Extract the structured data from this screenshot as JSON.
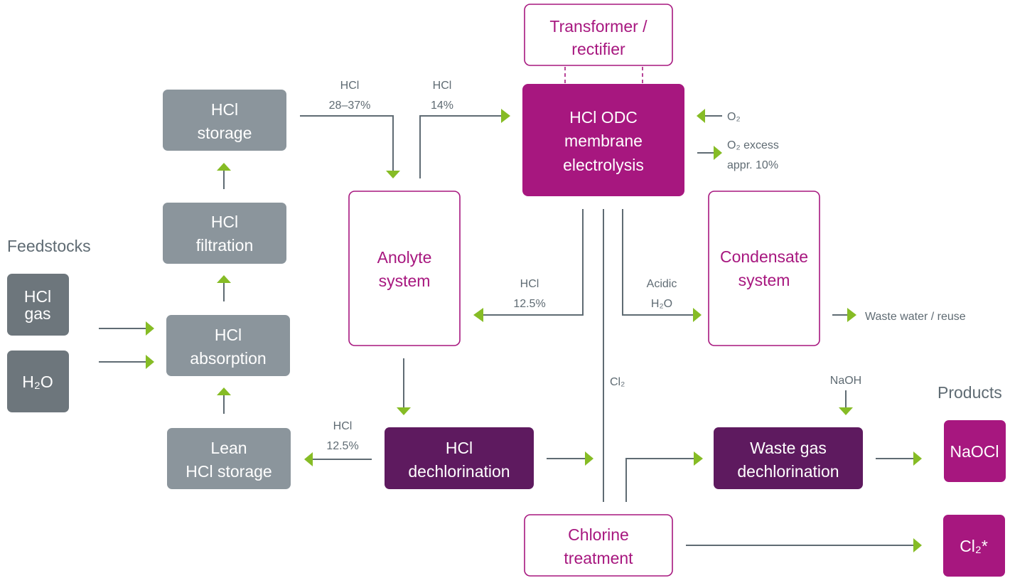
{
  "sections": {
    "feedstocks": "Feedstocks",
    "products": "Products"
  },
  "nodes": {
    "hcl_gas": [
      "HCl",
      "gas"
    ],
    "h2o": [
      "H₂O"
    ],
    "hcl_storage": [
      "HCl",
      "storage"
    ],
    "hcl_filtration": [
      "HCl",
      "filtration"
    ],
    "hcl_absorption": [
      "HCl",
      "absorption"
    ],
    "lean_storage": [
      "Lean",
      "HCl storage"
    ],
    "transformer": [
      "Transformer /",
      "rectifier"
    ],
    "electrolysis": [
      "HCl ODC",
      "membrane",
      "electrolysis"
    ],
    "anolyte": [
      "Anolyte",
      "system"
    ],
    "condensate": [
      "Condensate",
      "system"
    ],
    "hcl_dechlor": [
      "HCl",
      "dechlorination"
    ],
    "waste_gas": [
      "Waste gas",
      "dechlorination"
    ],
    "chlorine_treatment": [
      "Chlorine",
      "treatment"
    ],
    "naocl": [
      "NaOCl"
    ],
    "cl2_product": [
      "Cl₂*"
    ]
  },
  "labels": {
    "hcl_28_37": [
      "HCl",
      "28–37%"
    ],
    "hcl_14": [
      "HCl",
      "14%"
    ],
    "o2_in": "O₂",
    "o2_excess": [
      "O₂ excess",
      "appr. 10%"
    ],
    "hcl_125_anolyte": [
      "HCl",
      "12.5%"
    ],
    "acidic_h2o": [
      "Acidic",
      "H₂O"
    ],
    "waste_water": "Waste water / reuse",
    "cl2_line": "Cl₂",
    "naoh": "NaOH",
    "hcl_125_lean": [
      "HCl",
      "12.5%"
    ]
  },
  "colors": {
    "magenta": "#a7177f",
    "plum": "#5e1a5f",
    "gray": "#8b959c",
    "dark_gray": "#6d767c",
    "arrow_green": "#86bc25",
    "line": "#5f6b73"
  }
}
